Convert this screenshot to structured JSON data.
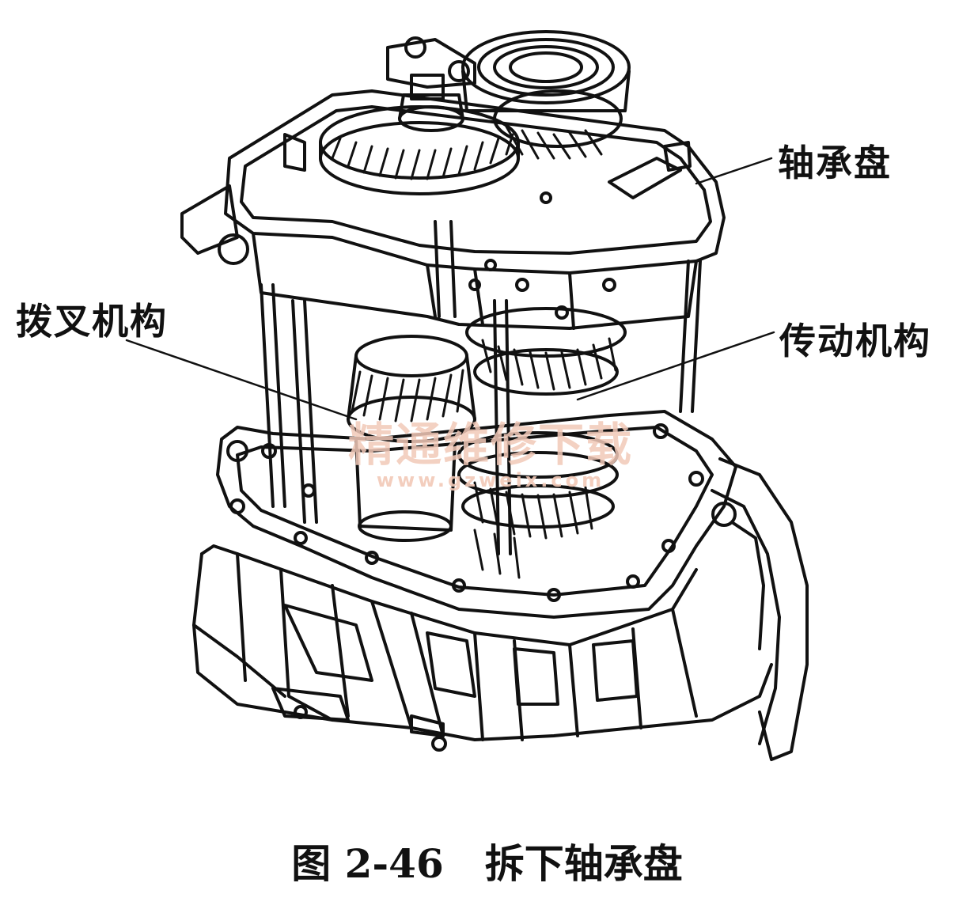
{
  "labels": {
    "bearing_plate": "轴承盘",
    "shift_fork": "拨叉机构",
    "drive_mechanism": "传动机构"
  },
  "caption": {
    "number": "图 2-46",
    "title": "拆下轴承盘"
  },
  "watermark": {
    "text": "精通维修下载",
    "url": "www.gzweix.com"
  }
}
